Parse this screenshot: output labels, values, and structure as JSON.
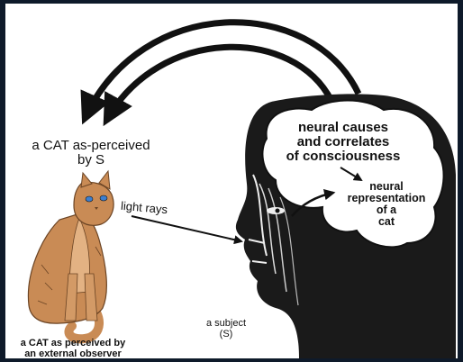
{
  "labels": {
    "cat_as_perceived_by_s": "a CAT as-perceived\nby S",
    "light_rays": "light rays",
    "neural_causes": "neural causes\nand correlates\nof consciousness",
    "neural_representation": "neural\nrepresentation\nof a\ncat",
    "subject": "a subject\n(S)",
    "cat_external_observer": "a CAT as perceived by\nan external observer"
  },
  "colors": {
    "background": "#ffffff",
    "frame": "#0e1a2a",
    "ink": "#111111",
    "cat_fur": "#c98b55",
    "cat_eyes": "#3c7fd0"
  }
}
